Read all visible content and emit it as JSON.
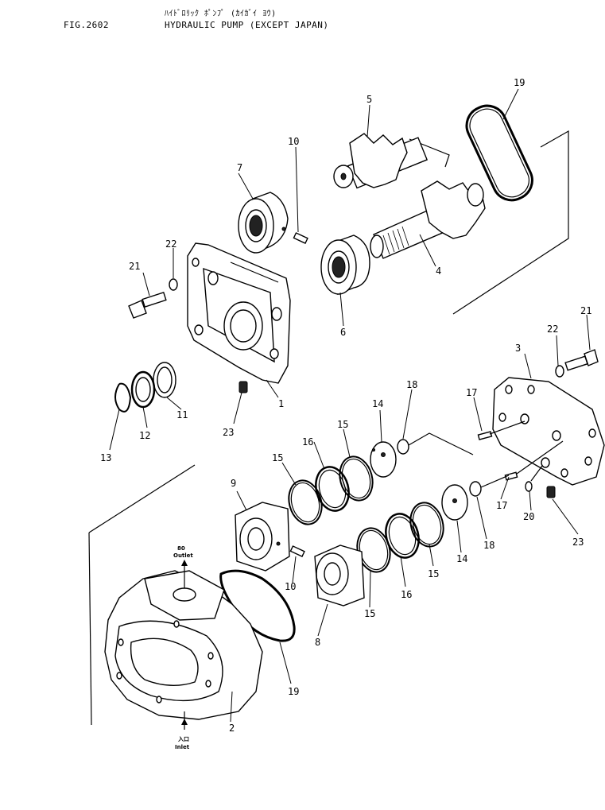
{
  "header": {
    "fig_number": "FIG.2602",
    "title_jp": "ﾊｲﾄﾞﾛﾘｯｸ ﾎﾟﾝﾌﾟ (ｶｲｶﾞｲ ﾖｳ)",
    "title_en": "HYDRAULIC PUMP (EXCEPT JAPAN)"
  },
  "port_labels": {
    "outlet_code": "80",
    "outlet": "Outlet",
    "inlet_code": "入口",
    "inlet": "Inlet"
  },
  "callouts": [
    "1",
    "2",
    "3",
    "4",
    "5",
    "6",
    "7",
    "8",
    "9",
    "10",
    "10",
    "11",
    "12",
    "13",
    "14",
    "14",
    "15",
    "15",
    "15",
    "15",
    "16",
    "16",
    "17",
    "17",
    "18",
    "18",
    "19",
    "19",
    "20",
    "21",
    "21",
    "22",
    "22",
    "23",
    "23"
  ]
}
